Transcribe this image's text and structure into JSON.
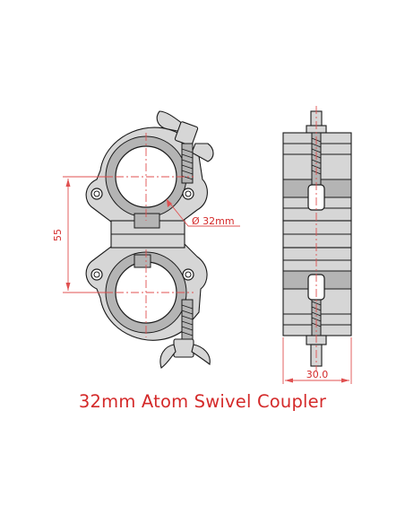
{
  "diagram": {
    "title": "32mm Atom Swivel Coupler",
    "dimensions": {
      "center_distance": "55",
      "tube_diameter": "Ø 32mm",
      "width": "30.0"
    }
  },
  "colors": {
    "annotation": "#d42a2a",
    "outline": "#1a1a1a",
    "fill": "#d6d6d6",
    "fill_dark": "#b4b4b4",
    "centerline": "#e05050"
  }
}
